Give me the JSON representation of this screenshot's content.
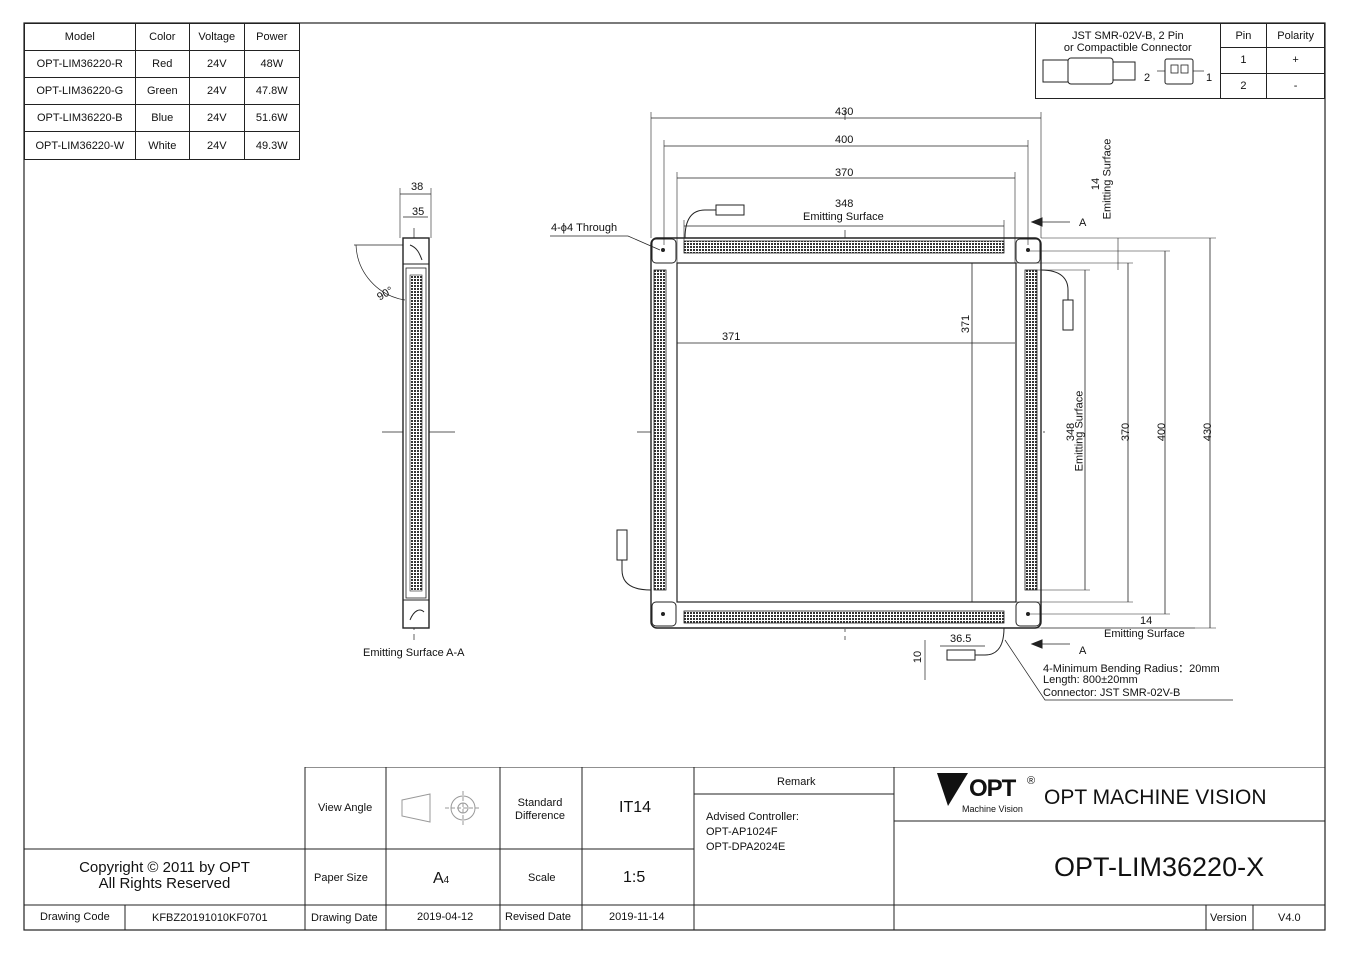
{
  "spec_table": {
    "headers": [
      "Model",
      "Color",
      "Voltage",
      "Power"
    ],
    "rows": [
      [
        "OPT-LIM36220-R",
        "Red",
        "24V",
        "48W"
      ],
      [
        "OPT-LIM36220-G",
        "Green",
        "24V",
        "47.8W"
      ],
      [
        "OPT-LIM36220-B",
        "Blue",
        "24V",
        "51.6W"
      ],
      [
        "OPT-LIM36220-W",
        "White",
        "24V",
        "49.3W"
      ]
    ]
  },
  "connector_table": {
    "title_line1": "JST SMR-02V-B, 2 Pin",
    "title_line2": "or Compactible Connector",
    "pin_header": "Pin",
    "polarity_header": "Polarity",
    "rows": [
      [
        "1",
        "+"
      ],
      [
        "2",
        "-"
      ]
    ],
    "pin_label_2": "2",
    "pin_label_1": "1"
  },
  "drawing": {
    "dim_430": "430",
    "dim_400": "400",
    "dim_370": "370",
    "dim_348": "348",
    "emitting_surface": "Emitting Surface",
    "through_hole": "4-ϕ4 Through",
    "dim_371": "371",
    "dim_14": "14",
    "section_a": "A",
    "dim_36_5": "36.5",
    "dim_10": "10",
    "note_bending": "4-Minimum Bending Radius：20mm",
    "note_length": "Length: 800±20mm",
    "note_connector": "Connector: JST SMR-02V-B",
    "side_dim_38": "38",
    "side_dim_35": "35",
    "side_angle": "90°",
    "side_view_label": "Emitting Surface A-A"
  },
  "title_block": {
    "view_angle": "View Angle",
    "standard_difference_1": "Standard",
    "standard_difference_2": "Difference",
    "tolerance": "IT14",
    "remark": "Remark",
    "advised_controller": "Advised Controller:",
    "controller_1": "OPT-AP1024F",
    "controller_2": "OPT-DPA2024E",
    "logo_text": "OPT",
    "logo_reg": "®",
    "logo_sub": "Machine Vision",
    "company": "OPT MACHINE VISION",
    "copyright_1": "Copyright © 2011 by OPT",
    "copyright_2": "All Rights Reserved",
    "paper_size_label": "Paper Size",
    "paper_size": "A",
    "paper_size_sub": "4",
    "scale_label": "Scale",
    "scale": "1:5",
    "model_code": "OPT-LIM36220-X",
    "drawing_code_label": "Drawing Code",
    "drawing_code": "KFBZ20191010KF0701",
    "drawing_date_label": "Drawing Date",
    "drawing_date": "2019-04-12",
    "revised_date_label": "Revised Date",
    "revised_date": "2019-11-14",
    "version_label": "Version",
    "version": "V4.0"
  }
}
